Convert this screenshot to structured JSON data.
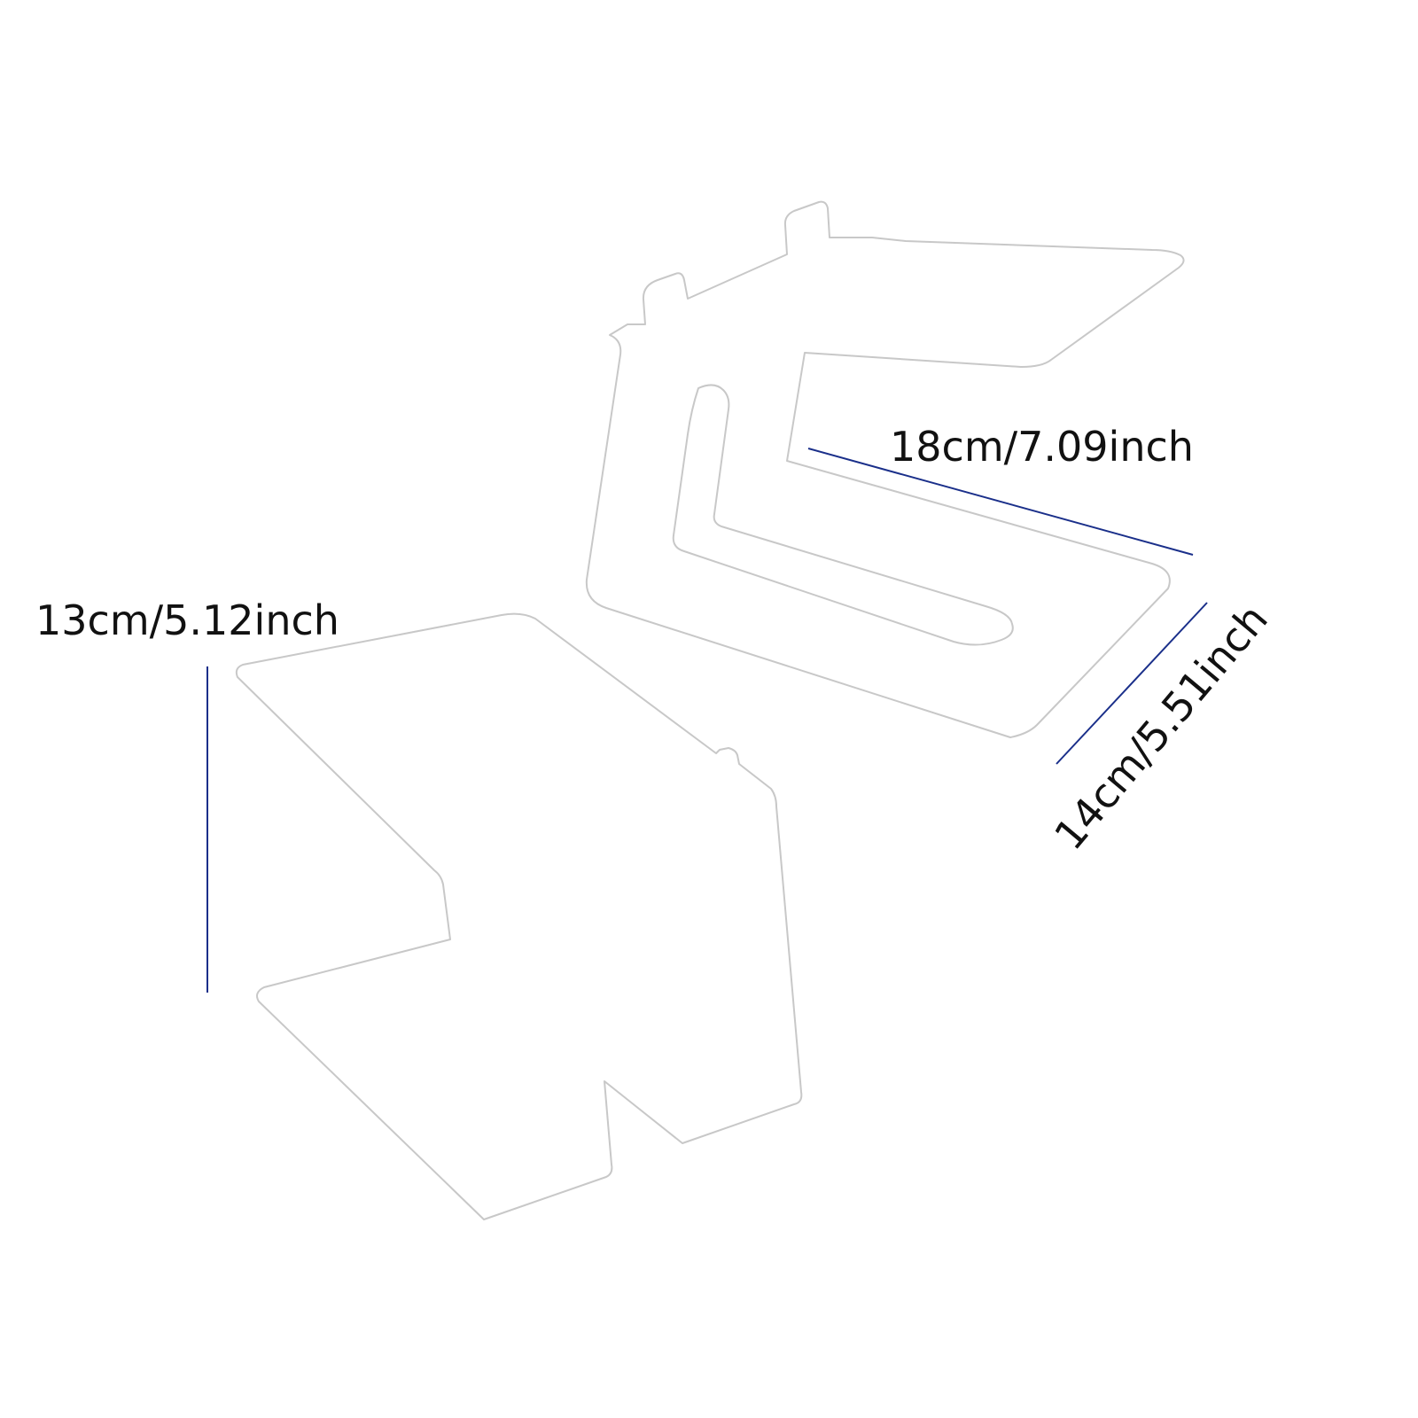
{
  "colors": {
    "dimension_line": "#1a2f8a",
    "outline": "#c8c8c8",
    "text": "#111111",
    "background": "#ffffff"
  },
  "parts": [
    {
      "name": "upper-stand-piece"
    },
    {
      "name": "lower-stand-piece"
    }
  ],
  "dimensions": {
    "width": {
      "label": "18cm/7.09inch"
    },
    "depth": {
      "label": "14cm/5.51inch"
    },
    "height": {
      "label": "13cm/5.12inch"
    }
  }
}
